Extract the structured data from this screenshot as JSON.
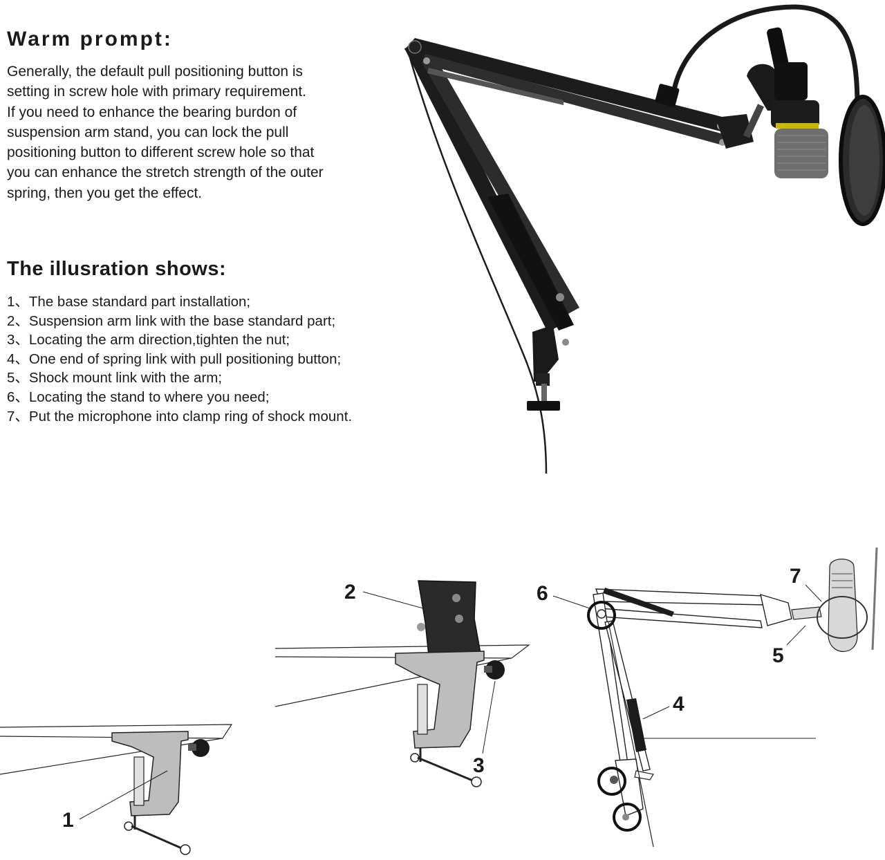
{
  "warm_prompt": {
    "title": "Warm prompt:",
    "lines": [
      "Generally, the default pull positioning  button is",
      "setting in screw hole with primary requirement.",
      "If you need to enhance the bearing burdon of",
      "suspension arm stand, you can lock the pull",
      "positioning button to different screw hole so that",
      "you can enhance the stretch strength of the outer",
      "spring, then you get the effect."
    ]
  },
  "illustration": {
    "title": "The illusration shows:",
    "steps": [
      "1、The base standard part installation;",
      "2、Suspension arm link with the base standard part;",
      "3、Locating the arm direction,tighten the nut;",
      "4、One end of spring link with pull positioning button;",
      "5、Shock mount link with the arm;",
      "6、Locating the stand to where you need;",
      "7、Put the microphone into clamp ring of shock mount."
    ]
  },
  "callouts": {
    "c1": "1",
    "c2": "2",
    "c3": "3",
    "c4": "4",
    "c5": "5",
    "c6": "6",
    "c7": "7"
  },
  "colors": {
    "arm": "#1c1c1c",
    "clamp_fill": "#bdbdbd",
    "line": "#222222",
    "mic_accent": "#c9b800"
  }
}
